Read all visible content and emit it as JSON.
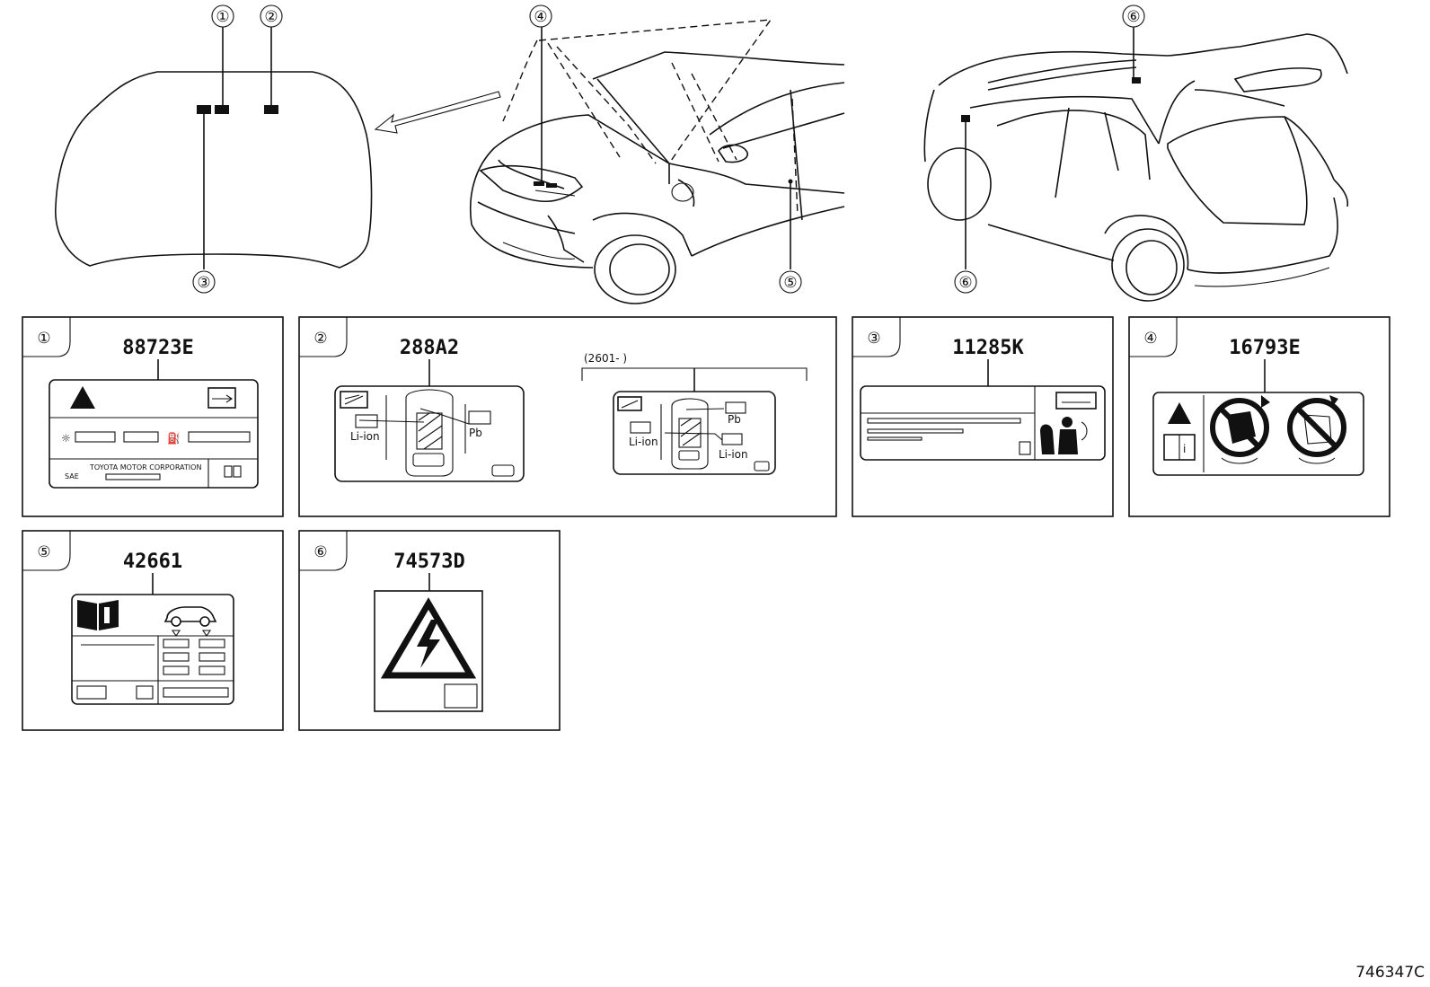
{
  "diagram_id": "746347C",
  "callouts": [
    "①",
    "②",
    "③",
    "④",
    "⑤",
    "⑥"
  ],
  "panels": [
    {
      "index": "①",
      "part_number": "88723E",
      "label_text": "TOYOTA MOTOR CORPORATION",
      "label_sub": "SAE"
    },
    {
      "index": "②",
      "part_number": "288A2",
      "variant_note": "(2601-      )",
      "battery_labels": [
        "Li-ion",
        "Pb"
      ]
    },
    {
      "index": "③",
      "part_number": "11285K"
    },
    {
      "index": "④",
      "part_number": "16793E"
    },
    {
      "index": "⑤",
      "part_number": "42661"
    },
    {
      "index": "⑥",
      "part_number": "74573D"
    }
  ]
}
